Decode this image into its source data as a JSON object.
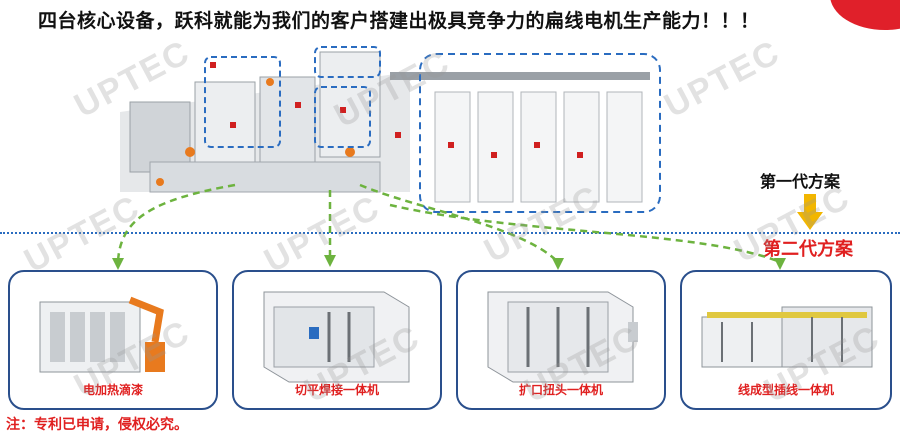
{
  "header": {
    "title": "四台核心设备，跃科就能为我们的客户搭建出极具竞争力的扁线电机生产能力！！！"
  },
  "generations": {
    "first": "第一代方案",
    "second": "第二代方案"
  },
  "machines": [
    {
      "label": "电加热滴漆"
    },
    {
      "label": "切平焊接一体机"
    },
    {
      "label": "扩口扭头一体机"
    },
    {
      "label": "线成型插线一体机"
    }
  ],
  "footer": {
    "note": "注：专利已申请，侵权必究。"
  },
  "watermark": {
    "text": "UPTEC"
  },
  "colors": {
    "accent_red": "#e02020",
    "card_border": "#2a4f8c",
    "flow_arrow": "#6db33f",
    "dotted_line": "#2a6cc0",
    "highlight_box": "#2a6cc0",
    "gen_arrow": "#f2b600"
  }
}
